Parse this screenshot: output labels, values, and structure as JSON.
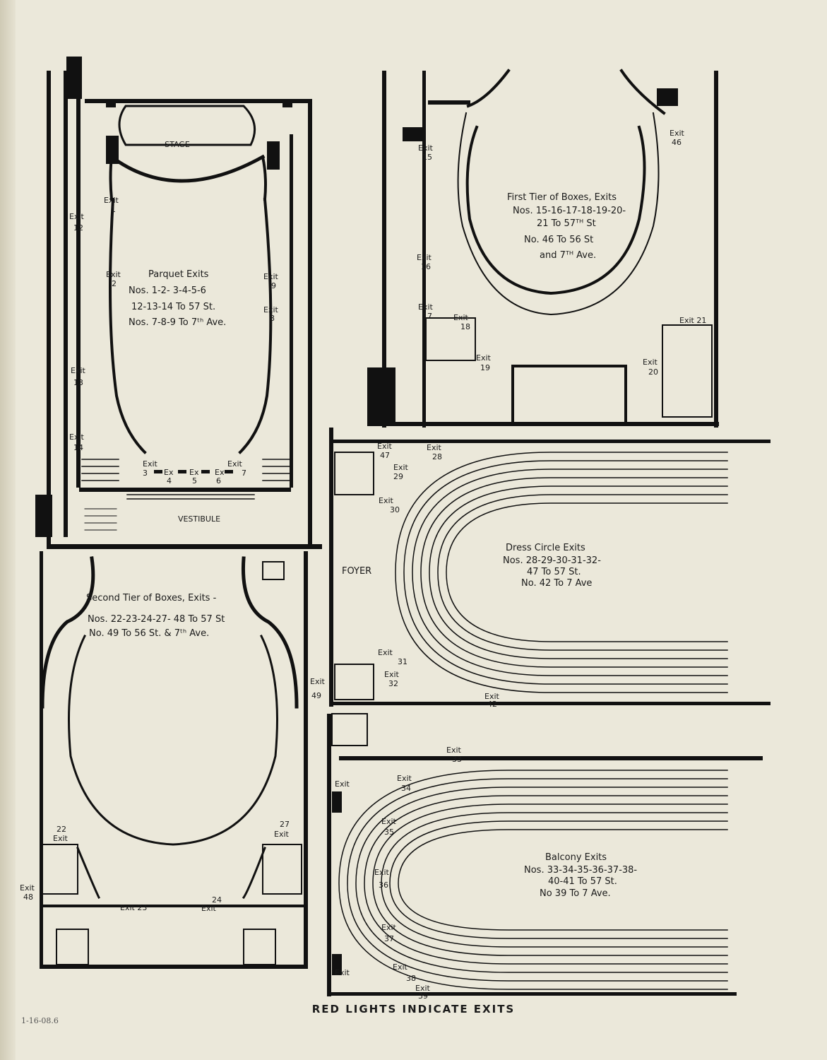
{
  "caption": "RED LIGHTS INDICATE EXITS",
  "margin_note": "1-16-08.6",
  "parquet": {
    "stage": "STAGE",
    "vestibule": "VESTIBULE",
    "title": "Parquet Exits",
    "lines": [
      "Nos. 1-2- 3-4-5-6",
      "12-13-14 To 57 St.",
      "Nos. 7-8-9 To 7ᵗʰ Ave."
    ],
    "exits": {
      "e1": [
        "Exit",
        "1"
      ],
      "e2": [
        "Exit",
        "2"
      ],
      "e3": [
        "Exit",
        "3"
      ],
      "e4": [
        "Ex",
        "4"
      ],
      "e5": [
        "Ex",
        "5"
      ],
      "e6": [
        "Ex",
        "6"
      ],
      "e7": [
        "Exit",
        "7"
      ],
      "e8": [
        "Exit",
        "8"
      ],
      "e9": [
        "Exit",
        "9"
      ],
      "e12": [
        "Exit",
        "12"
      ],
      "e13": [
        "Exit",
        "13"
      ],
      "e14": [
        "Exit",
        "14"
      ]
    }
  },
  "first_tier": {
    "lines": [
      "First Tier of Boxes, Exits",
      "Nos. 15-16-17-18-19-20-",
      "21 To 57ᵀᴴ St",
      "No. 46 To 56 St",
      "and 7ᵀᴴ Ave."
    ],
    "exits": {
      "e15": [
        "Exit",
        "15"
      ],
      "e16": [
        "Exit",
        "16"
      ],
      "e17": [
        "Exit",
        "17"
      ],
      "e18": [
        "Exit",
        "18"
      ],
      "e19": [
        "Exit",
        "19"
      ],
      "e20": [
        "Exit",
        "20"
      ],
      "e21": [
        "Exit 21",
        ""
      ],
      "e46": [
        "Exit",
        "46"
      ]
    }
  },
  "dress_circle": {
    "foyer": "FOYER",
    "lines": [
      "Dress Circle Exits",
      "Nos. 28-29-30-31-32-",
      "47 To 57 St.",
      "No. 42 To 7 Ave"
    ],
    "exits": {
      "e47": [
        "Exit",
        "47"
      ],
      "e28": [
        "Exit",
        "28"
      ],
      "e29": [
        "Exit",
        "29"
      ],
      "e30": [
        "Exit",
        "30"
      ],
      "e31": [
        "Exit",
        "31"
      ],
      "e32": [
        "Exit",
        "32"
      ],
      "e42": [
        "Exit",
        "42"
      ]
    }
  },
  "second_tier": {
    "lines": [
      "Second Tier of Boxes, Exits -",
      "Nos. 22-23-24-27- 48 To 57 St",
      "No. 49 To 56 St. & 7ᵗʰ Ave."
    ],
    "exits": {
      "e22": [
        "22",
        "Exit"
      ],
      "e27": [
        "27",
        "Exit"
      ],
      "e48": [
        "Exit",
        "48"
      ],
      "e23": [
        "Exit 23",
        ""
      ],
      "e24": [
        "24",
        "Exit"
      ],
      "e49": [
        "Exit",
        "49"
      ]
    }
  },
  "balcony": {
    "lines": [
      "Balcony Exits",
      "Nos. 33-34-35-36-37-38-",
      "40-41 To 57 St.",
      "No 39 To 7 Ave."
    ],
    "exits": {
      "e33": [
        "Exit",
        "33"
      ],
      "e34": [
        "Exit",
        "34"
      ],
      "e35": [
        "Exit",
        "35"
      ],
      "e36": [
        "Exit",
        "36"
      ],
      "e37": [
        "Exit",
        "37"
      ],
      "e38": [
        "Exit",
        "38"
      ],
      "e39": [
        "Exit",
        "39"
      ],
      "eTop": [
        "Exit",
        ""
      ],
      "eBot": [
        "Exit",
        ""
      ]
    }
  }
}
